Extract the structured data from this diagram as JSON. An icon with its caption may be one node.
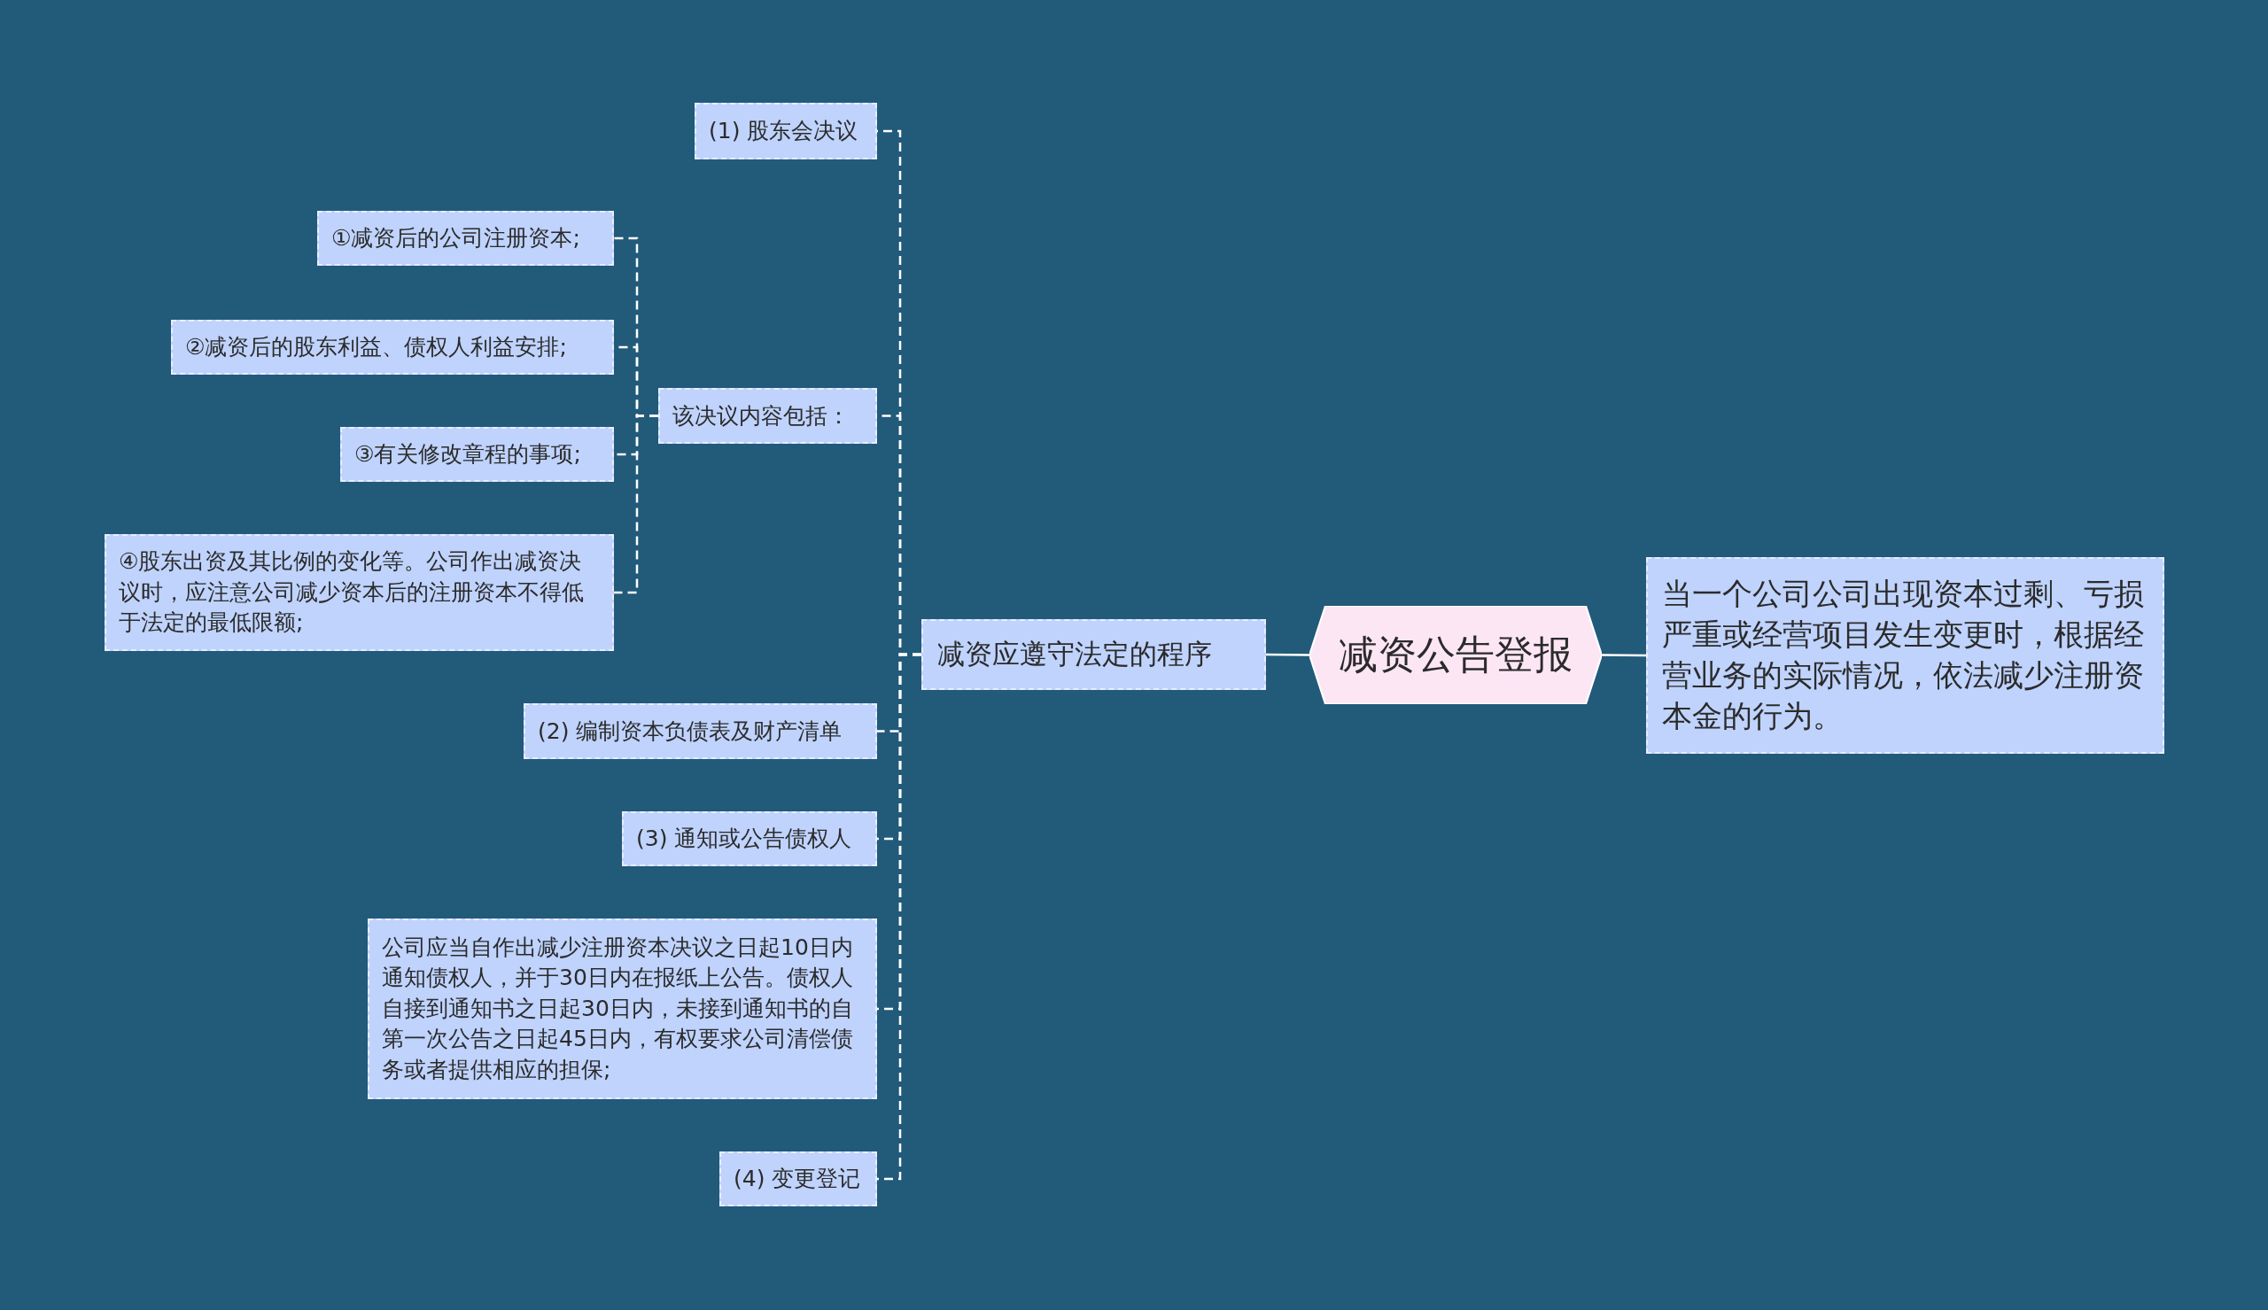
{
  "diagram": {
    "nodes": [
      {
        "text": [
          "减资公告登报"
        ]
      },
      {
        "text": [
          "当一个公司公司出现资本过剩、亏损严重或经营项目发生变更时，根据经营业务的实际情况，依法减少注册资本金的行为。"
        ]
      },
      {
        "text": [
          "减资应遵守法定的程序"
        ]
      },
      {
        "text": [
          "(1) 股东会决议"
        ]
      },
      {
        "text": [
          "该决议内容包括："
        ]
      },
      {
        "text": [
          "①减资后的公司注册资本;"
        ]
      },
      {
        "text": [
          "②减资后的股东利益、债权人利益安排;"
        ]
      },
      {
        "text": [
          "③有关修改章程的事项;"
        ]
      },
      {
        "text": [
          "④股东出资及其比例的变化等。公司作出减资决议时，应注意公司减少资本后的注册资本不得低于法定的最低限额;"
        ]
      },
      {
        "text": [
          "(2) 编制资本负债表及财产清单"
        ]
      },
      {
        "text": [
          "(3) 通知或公告债权人"
        ]
      },
      {
        "text": [
          "公司应当自作出减少注册资本决议之日起10日内通知债权人，并于30日内在报纸上公告。债权人自接到通知书之日起30日内，未接到通知书的自第一次公告之日起45日内，有权要求公司清偿债务或者提供相应的担保;"
        ]
      },
      {
        "text": [
          "(4) 变更登记"
        ]
      }
    ],
    "edges": [
      {
        "from": 0,
        "to": 2,
        "arrow": "none"
      },
      {
        "from": 0,
        "to": 1,
        "arrow": "none"
      },
      {
        "from": 2,
        "to": 3,
        "arrow": "none",
        "style": "dashed"
      },
      {
        "from": 2,
        "to": 4,
        "arrow": "none",
        "style": "dashed"
      },
      {
        "from": 4,
        "to": 5,
        "arrow": "none",
        "style": "dashed"
      },
      {
        "from": 4,
        "to": 6,
        "arrow": "none",
        "style": "dashed"
      },
      {
        "from": 4,
        "to": 7,
        "arrow": "none",
        "style": "dashed"
      },
      {
        "from": 4,
        "to": 8,
        "arrow": "none",
        "style": "dashed"
      },
      {
        "from": 2,
        "to": 9,
        "arrow": "none",
        "style": "dashed"
      },
      {
        "from": 2,
        "to": 10,
        "arrow": "none",
        "style": "dashed"
      },
      {
        "from": 2,
        "to": 11,
        "arrow": "none",
        "style": "dashed"
      },
      {
        "from": 2,
        "to": 12,
        "arrow": "none",
        "style": "dashed"
      }
    ]
  }
}
